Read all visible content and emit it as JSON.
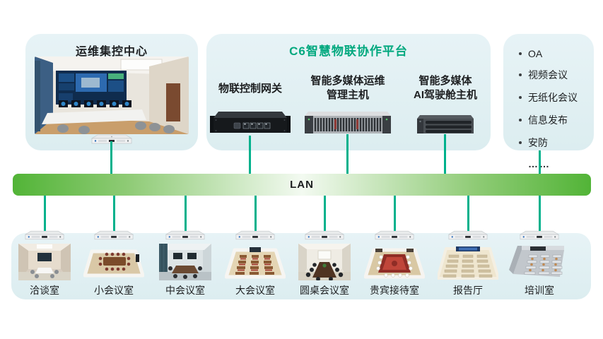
{
  "palette": {
    "teal": "#00b18c",
    "green": "#00a87e",
    "lan-deep": "#52b437",
    "lan-light": "#f3faf1",
    "panel-top": "#e7f3f6",
    "panel-bottom": "#dcedf0",
    "text": "#1d1f21"
  },
  "control_center": {
    "title": "运维集控中心"
  },
  "platform": {
    "title": "C6智慧物联协作平台",
    "devices": [
      {
        "lines": [
          "物联控制网关"
        ]
      },
      {
        "lines": [
          "智能多媒体运维",
          "管理主机"
        ]
      },
      {
        "lines": [
          "智能多媒体",
          "AI驾驶舱主机"
        ]
      }
    ]
  },
  "applications": {
    "items": [
      "OA",
      "视频会议",
      "无纸化会议",
      "信息发布",
      "安防"
    ],
    "more": "……"
  },
  "lan": {
    "label": "LAN"
  },
  "rooms": [
    {
      "name": "洽谈室"
    },
    {
      "name": "小会议室"
    },
    {
      "name": "中会议室"
    },
    {
      "name": "大会议室"
    },
    {
      "name": "圆桌会议室"
    },
    {
      "name": "贵宾接待室"
    },
    {
      "name": "报告厅"
    },
    {
      "name": "培训室"
    }
  ]
}
